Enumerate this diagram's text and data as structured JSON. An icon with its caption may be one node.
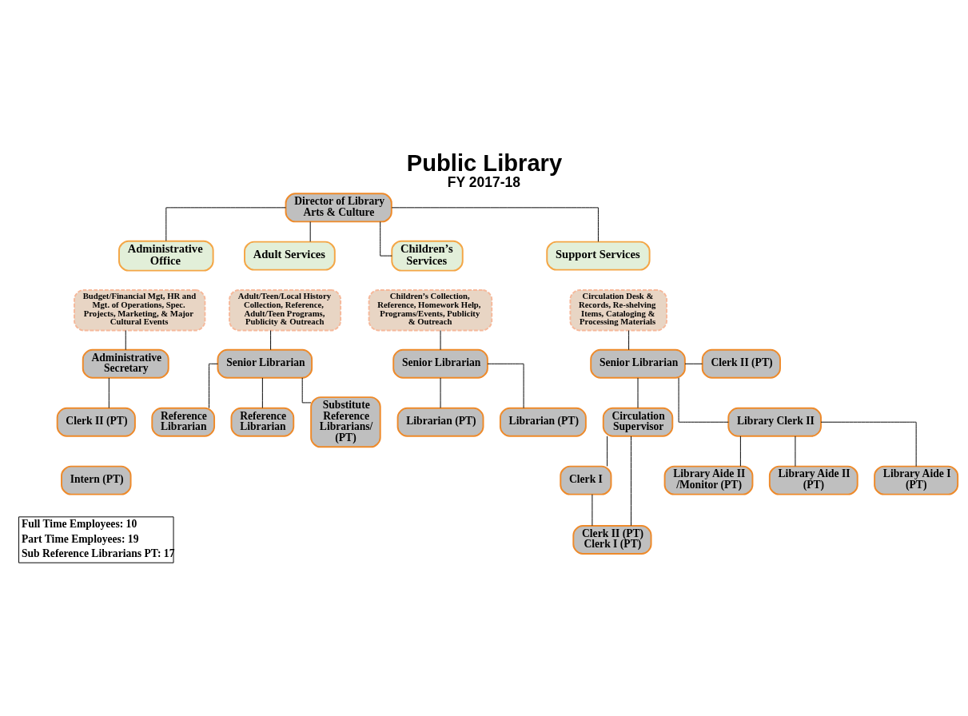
{
  "diagram": {
    "title": "Public Library",
    "caption": "FY 2017-18",
    "nodes": [
      {
        "text": [
          "Director of Library Arts & Culture"
        ]
      },
      {
        "text": [
          "Administrative Office"
        ]
      },
      {
        "text": [
          "Adult Services"
        ]
      },
      {
        "text": [
          "Children’s Services"
        ]
      },
      {
        "text": [
          "Support Services"
        ]
      },
      {
        "text": [
          "Budget/Financial Mgt, HR and Mgt. of Operations, Spec. Projects, Marketing, & Major Cultural Events"
        ]
      },
      {
        "text": [
          "Adult/Teen/Local History Collection, Reference, Adult/Teen Programs, Publicity & Outreach"
        ]
      },
      {
        "text": [
          "Children’s Collection, Reference, Homework Help, Programs/Events, Publicity & Outreach"
        ]
      },
      {
        "text": [
          "Circulation Desk & Records, Re-shelving Items, Cataloging & Processing Materials"
        ]
      },
      {
        "text": [
          "Administrative Secretary"
        ]
      },
      {
        "text": [
          "Clerk II (PT)"
        ]
      },
      {
        "text": [
          "Intern (PT)"
        ]
      },
      {
        "text": [
          "Senior Librarian"
        ]
      },
      {
        "text": [
          "Reference Librarian"
        ]
      },
      {
        "text": [
          "Reference Librarian"
        ]
      },
      {
        "text": [
          "Substitute Reference Librarians/ (PT)"
        ]
      },
      {
        "text": [
          "Senior Librarian"
        ]
      },
      {
        "text": [
          "Librarian (PT)"
        ]
      },
      {
        "text": [
          "Librarian (PT)"
        ]
      },
      {
        "text": [
          "Senior Librarian"
        ]
      },
      {
        "text": [
          "Clerk II (PT)"
        ]
      },
      {
        "text": [
          "Circulation Supervisor"
        ]
      },
      {
        "text": [
          "Library Clerk II"
        ]
      },
      {
        "text": [
          "Clerk I"
        ]
      },
      {
        "text": [
          "Clerk II (PT)",
          "Clerk I (PT)"
        ]
      },
      {
        "text": [
          "Library Aide II /Monitor (PT)"
        ]
      },
      {
        "text": [
          "Library Aide II (PT)"
        ]
      },
      {
        "text": [
          "Library Aide I (PT)"
        ]
      }
    ],
    "edges": [
      {
        "from": 0,
        "to": 1,
        "arrow": "none"
      },
      {
        "from": 0,
        "to": 2,
        "arrow": "none"
      },
      {
        "from": 0,
        "to": 3,
        "arrow": "none"
      },
      {
        "from": 0,
        "to": 4,
        "arrow": "none"
      },
      {
        "from": 5,
        "to": 9,
        "arrow": "none"
      },
      {
        "from": 9,
        "to": 10,
        "arrow": "none"
      },
      {
        "from": 6,
        "to": 12,
        "arrow": "none"
      },
      {
        "from": 12,
        "to": 13,
        "arrow": "none"
      },
      {
        "from": 12,
        "to": 14,
        "arrow": "none"
      },
      {
        "from": 12,
        "to": 15,
        "arrow": "none"
      },
      {
        "from": 7,
        "to": 16,
        "arrow": "none"
      },
      {
        "from": 16,
        "to": 17,
        "arrow": "none"
      },
      {
        "from": 16,
        "to": 18,
        "arrow": "none"
      },
      {
        "from": 8,
        "to": 19,
        "arrow": "none"
      },
      {
        "from": 19,
        "to": 20,
        "arrow": "none"
      },
      {
        "from": 19,
        "to": 21,
        "arrow": "none"
      },
      {
        "from": 19,
        "to": 22,
        "arrow": "none"
      },
      {
        "from": 21,
        "to": 23,
        "arrow": "none"
      },
      {
        "from": 23,
        "to": 24,
        "arrow": "none"
      },
      {
        "from": 21,
        "to": 24,
        "arrow": "none"
      },
      {
        "from": 22,
        "to": 25,
        "arrow": "none"
      },
      {
        "from": 22,
        "to": 26,
        "arrow": "none"
      },
      {
        "from": 22,
        "to": 27,
        "arrow": "none"
      }
    ],
    "labels": [
      "Full Time Employees: 10",
      "Part Time Employees: 19",
      "Sub Reference Librarians PT: 17"
    ]
  }
}
